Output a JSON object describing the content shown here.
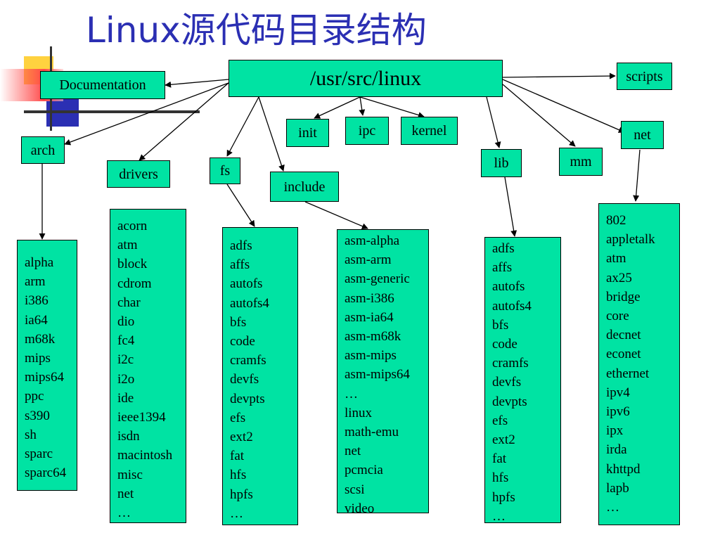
{
  "title": "Linux源代码目录结构",
  "colors": {
    "title": "#2b2fb3",
    "box_fill": "#00e3a3",
    "deco_yellow": "#ffd23f",
    "deco_blue": "#2b2fb3",
    "deco_red": "#ff4a4a"
  },
  "root": "/usr/src/linux",
  "nodes": {
    "documentation": "Documentation",
    "scripts": "scripts",
    "arch": "arch",
    "drivers": "drivers",
    "fs": "fs",
    "include": "include",
    "init": "init",
    "ipc": "ipc",
    "kernel": "kernel",
    "lib": "lib",
    "mm": "mm",
    "net": "net"
  },
  "lists": {
    "arch": [
      "alpha",
      "arm",
      "i386",
      "ia64",
      "m68k",
      "mips",
      "mips64",
      "ppc",
      "s390",
      "sh",
      "sparc",
      "sparc64"
    ],
    "drivers": [
      "acorn",
      "atm",
      "block",
      "cdrom",
      "char",
      "dio",
      "fc4",
      "i2c",
      "i2o",
      "ide",
      "ieee1394",
      "isdn",
      "macintosh",
      "misc",
      "net",
      "…"
    ],
    "fs": [
      "adfs",
      "affs",
      "autofs",
      "autofs4",
      "bfs",
      "code",
      "cramfs",
      "devfs",
      "devpts",
      "efs",
      "ext2",
      "fat",
      "hfs",
      "hpfs",
      "…"
    ],
    "include": [
      "asm-alpha",
      "asm-arm",
      "asm-generic",
      "asm-i386",
      "asm-ia64",
      "asm-m68k",
      "asm-mips",
      "asm-mips64",
      "…",
      "linux",
      "math-emu",
      "net",
      "pcmcia",
      "scsi",
      "video"
    ],
    "lib": [
      "adfs",
      "affs",
      "autofs",
      "autofs4",
      "bfs",
      "code",
      "cramfs",
      "devfs",
      "devpts",
      "efs",
      "ext2",
      "fat",
      "hfs",
      "hpfs",
      "…"
    ],
    "net": [
      "802",
      "appletalk",
      "atm",
      "ax25",
      "bridge",
      "core",
      "decnet",
      "econet",
      "ethernet",
      "ipv4",
      "ipv6",
      "ipx",
      "irda",
      "khttpd",
      "lapb",
      "…"
    ]
  }
}
